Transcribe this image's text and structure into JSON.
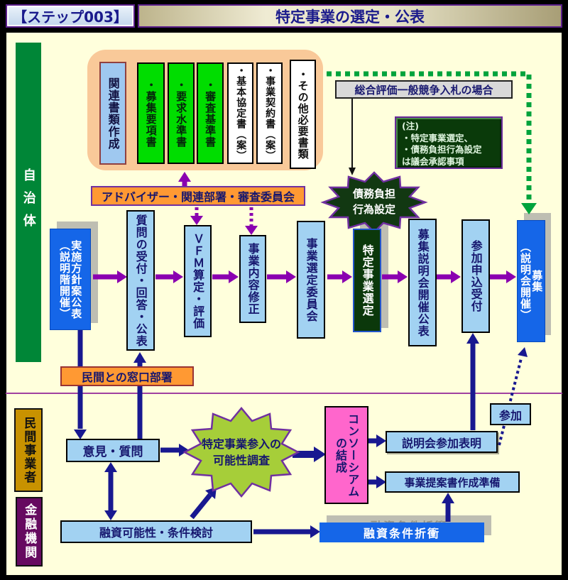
{
  "header": {
    "step_label": "【ステップ003】",
    "title": "特定事業の選定・公表"
  },
  "lanes": {
    "government": "自治体",
    "private_business": "民間事業者",
    "financial": "金融機関"
  },
  "doc_prep": {
    "label": "関連書類作成",
    "items": [
      {
        "label": "・募集要項書",
        "color": "green"
      },
      {
        "label": "・要求水準書",
        "color": "green"
      },
      {
        "label": "・審査基準書",
        "color": "green"
      },
      {
        "label": "・基本協定書（案）",
        "color": "white"
      },
      {
        "label": "・事業契約書（案）",
        "color": "white"
      },
      {
        "label": "・その他必要書類",
        "color": "white"
      }
    ]
  },
  "notes": {
    "bid_label": "総合評価一般競争入札の場合",
    "note_text": "(注)\n・特定事業選定、\n・債務負担行為設定\nは議会承認事項",
    "advisor_label": "アドバイザー・関連部署・審査委員会",
    "contact_label": "民間との窓口部署",
    "participate_label": "参加"
  },
  "bursts": {
    "debt": "債務負担\n行為設定",
    "survey": "特定事業参入の\n可能性調査"
  },
  "flow_steps": [
    {
      "label": "実施方針案公表\n（説明階開催）"
    },
    {
      "label": "質問の受付・回答・公表"
    },
    {
      "label": "ＶＦＭ算定・評価"
    },
    {
      "label": "事業内容修正"
    },
    {
      "label": "事業選定委員会"
    },
    {
      "label": "特定事業選定"
    },
    {
      "label": "募集説明会開催公表"
    },
    {
      "label": "参加申込受付"
    },
    {
      "label": "募集\n（説明会開催）"
    }
  ],
  "private_flow": {
    "opinion": "意見・質問",
    "consortium": "コンソーシアム\nの結成",
    "briefing_entry": "説明会参加表明",
    "proposal_prep": "事業提案書作成準備"
  },
  "finance_flow": {
    "loan_study": "融資可能性・条件検討",
    "loan_negotiation": "融資条件折衝"
  },
  "colors": {
    "background": "#FFFFDC",
    "highlight_blue": "#1566E8",
    "light_blue": "#A2D2F2",
    "green_doc": "#00DD00",
    "orange": "#FF9933",
    "peach": "#F9C999",
    "dark_green": "#0A3A0A",
    "pink": "#FF66CC",
    "purple_arrow": "#8A00B0",
    "navy_arrow": "#181890",
    "green_dotted": "#00A33C"
  }
}
